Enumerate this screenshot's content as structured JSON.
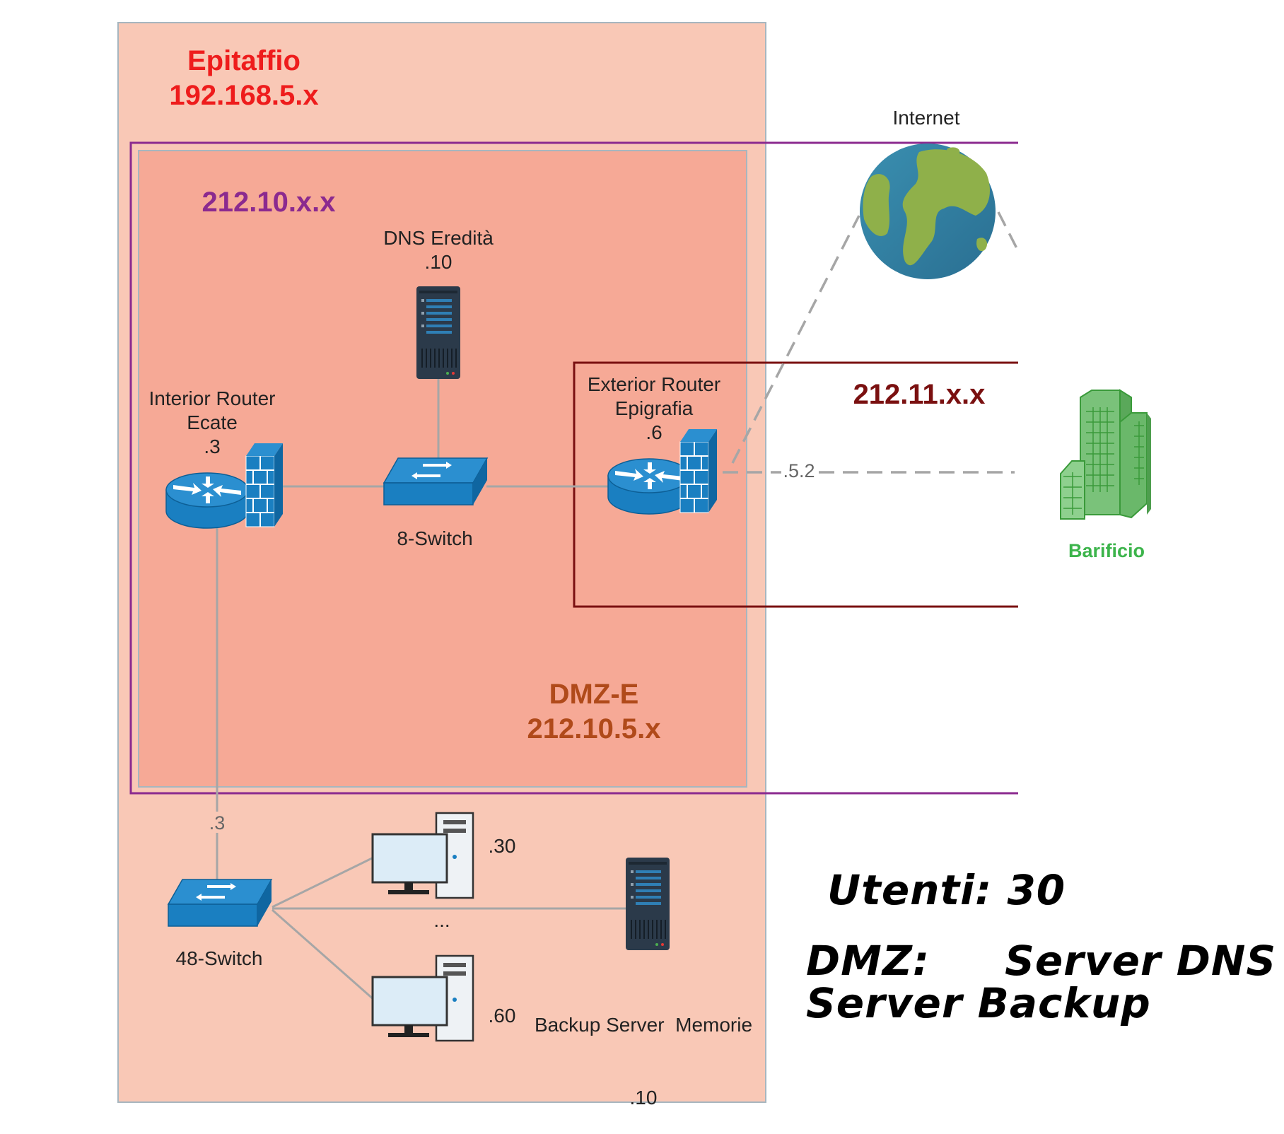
{
  "zones": {
    "epitaffio": {
      "name": "Epitaffio",
      "subnet": "192.168.5.x",
      "color": "#ee1c1c",
      "fill": "#f9c8b6"
    },
    "dmz_inner": {
      "subnet": "212.10.x.x",
      "color": "#8b2a8f",
      "fill": "#f6a996"
    },
    "dmz_e": {
      "name": "DMZ-E",
      "subnet": "212.10.5.x",
      "color": "#b04a1a"
    },
    "exterior": {
      "subnet": "212.11.x.x",
      "color": "#7a1010"
    }
  },
  "internet": {
    "label": "Internet"
  },
  "barificio": {
    "label": "Barificio",
    "color": "#3cb44b"
  },
  "devices": {
    "dns_server": {
      "name": "DNS Eredità",
      "ip": ".10"
    },
    "interior_router": {
      "line1": "Interior Router",
      "line2": "Ecate",
      "ip": ".3"
    },
    "exterior_router": {
      "line1": "Exterior Router",
      "line2": "Epigrafia",
      "ip": ".6"
    },
    "switch8": {
      "name": "8-Switch"
    },
    "switch48": {
      "name": "48-Switch",
      "ip": ".3"
    },
    "pc_first": {
      "ip": ".30"
    },
    "pc_last": {
      "ip": ".60"
    },
    "ellipsis": "...",
    "backup_server": {
      "name": "Backup Server  Memorie",
      "ip": ".10"
    }
  },
  "link_exterior_ip": ".5.2",
  "summary": {
    "utenti": "Utenti: 30",
    "dmz": "DMZ:     Server DNS",
    "dmz_line2": "Server Backup"
  },
  "colors": {
    "device_blue": "#1a7fc1",
    "server_dark": "#2b3a4a",
    "link_gray": "#a6a6a6",
    "pc_screen": "#dcecf7"
  }
}
